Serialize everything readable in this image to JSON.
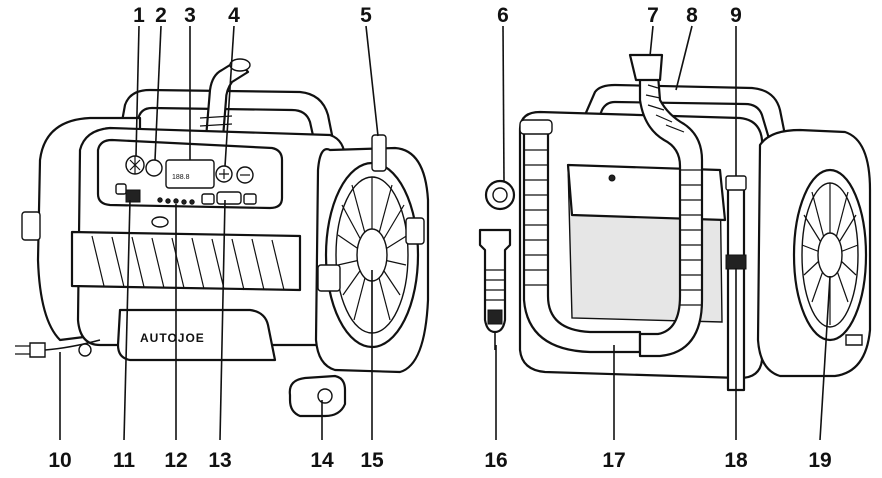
{
  "labels": {
    "l1": "1",
    "l2": "2",
    "l3": "3",
    "l4": "4",
    "l5": "5",
    "l6": "6",
    "l7": "7",
    "l8": "8",
    "l9": "9",
    "l10": "10",
    "l11": "11",
    "l12": "12",
    "l13": "13",
    "l14": "14",
    "l15": "15",
    "l16": "16",
    "l17": "17",
    "l18": "18",
    "l19": "19"
  },
  "device": {
    "brand": "AUTOJOE",
    "display": "188.8"
  }
}
